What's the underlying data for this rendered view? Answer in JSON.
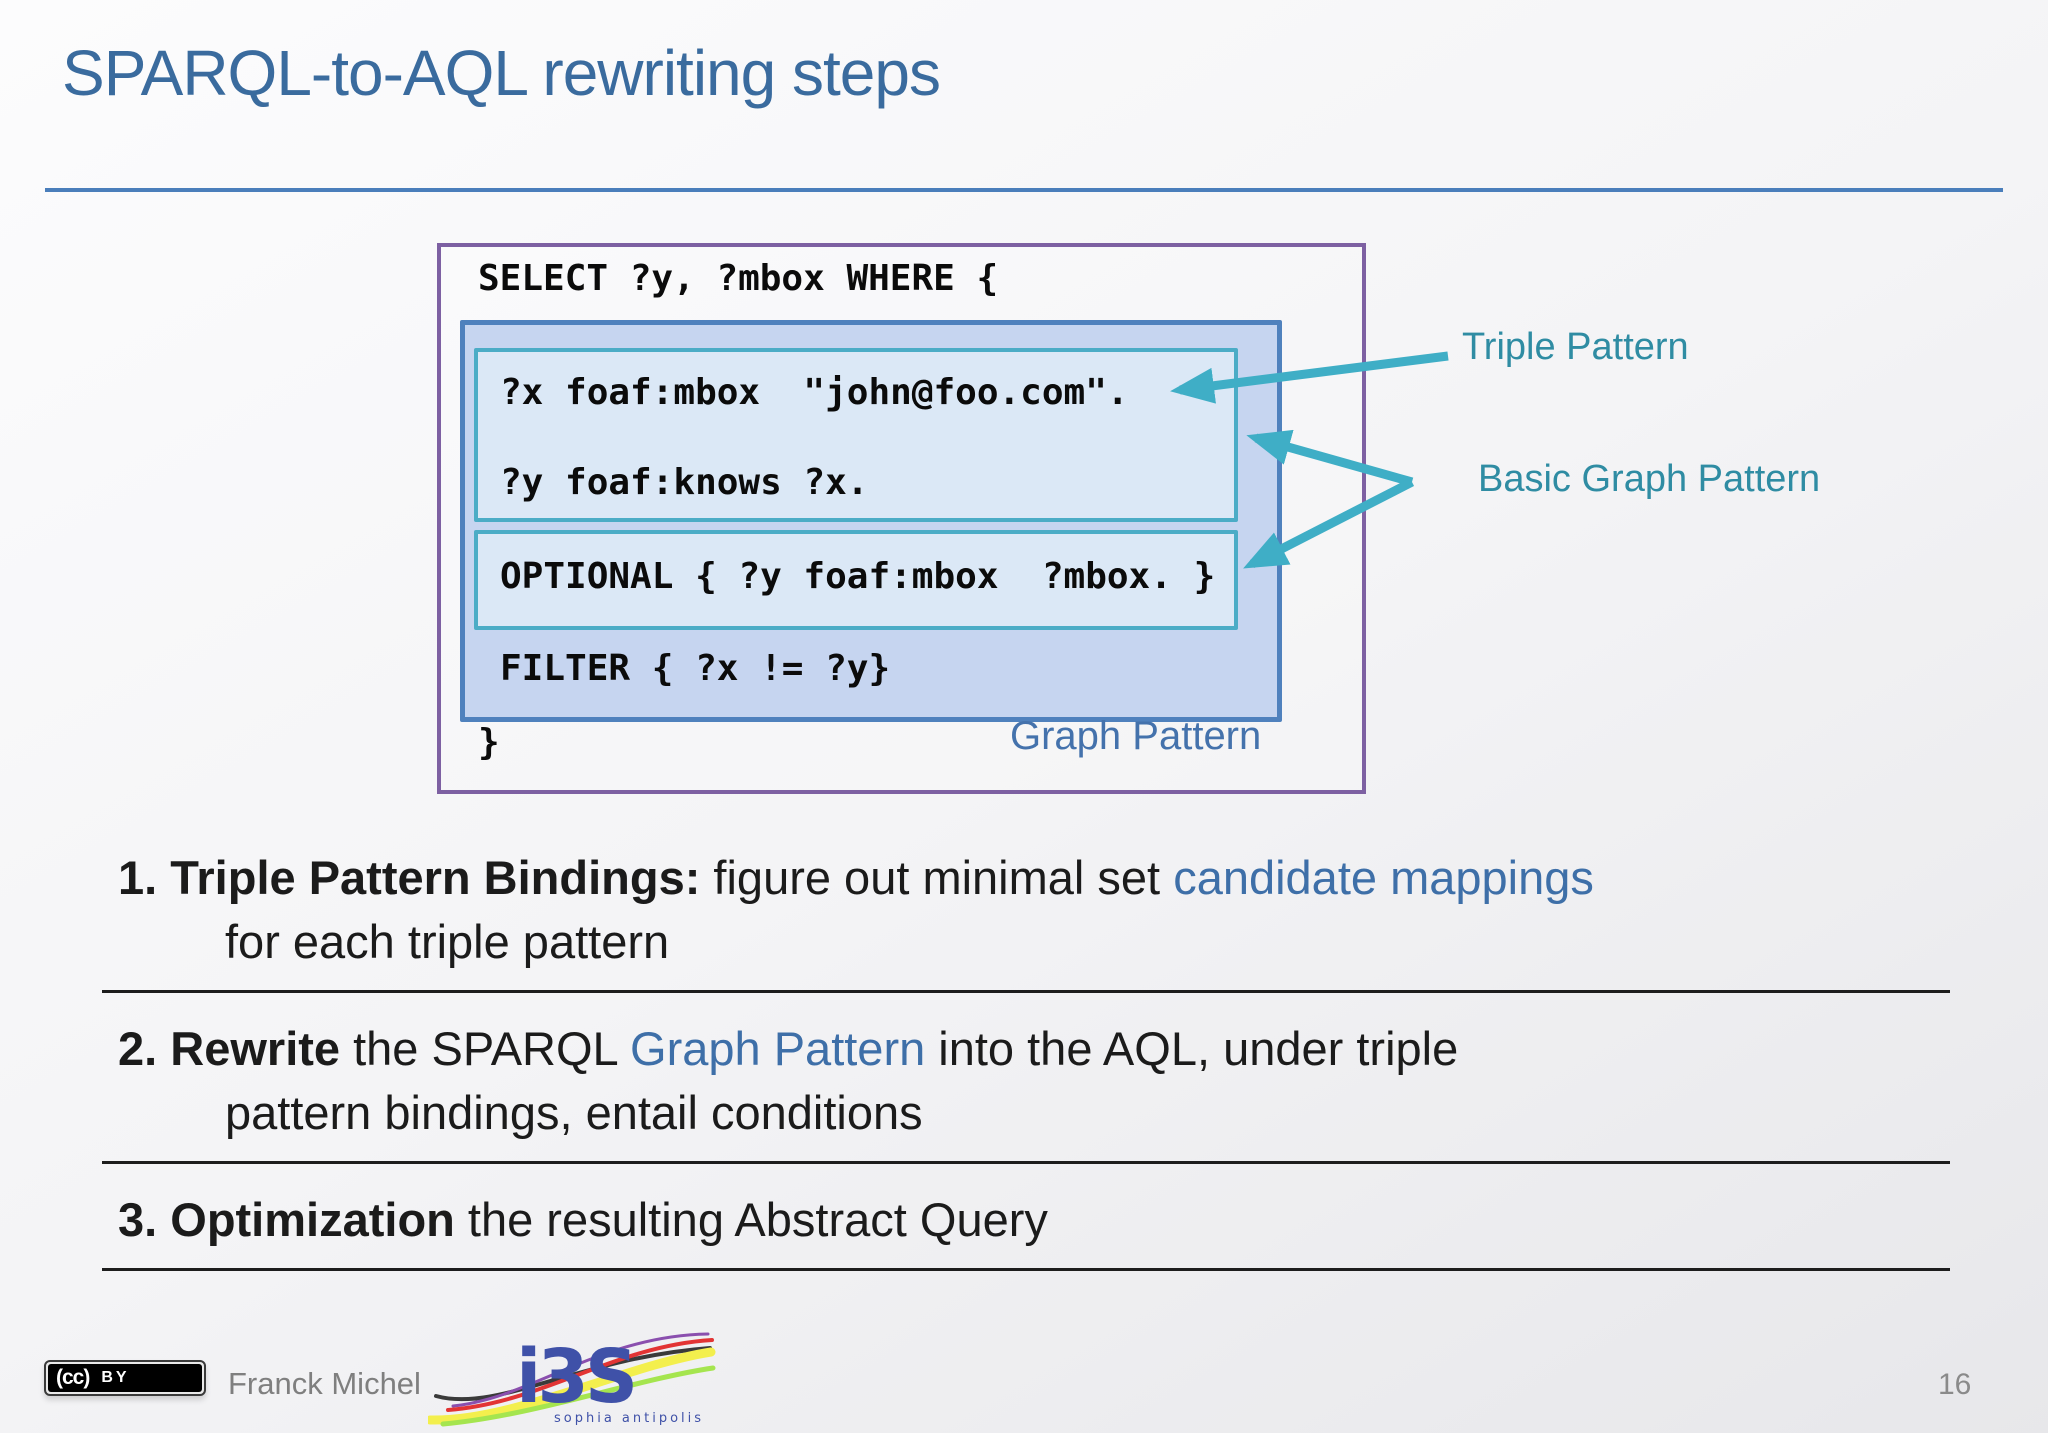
{
  "slide": {
    "title": "SPARQL-to-AQL rewriting steps"
  },
  "diagram": {
    "code": {
      "select_line": "SELECT ?y, ?mbox WHERE {",
      "triple1": "?x foaf:mbox  \"john@foo.com\".",
      "triple2": "?y foaf:knows ?x.",
      "optional_line": "OPTIONAL { ?y foaf:mbox  ?mbox. }",
      "filter_line": "FILTER { ?x != ?y}",
      "closing_brace": "}"
    },
    "labels": {
      "triple_pattern": "Triple Pattern",
      "basic_graph_pattern": "Basic Graph Pattern",
      "graph_pattern": "Graph Pattern"
    },
    "colors": {
      "title_blue": "#3a6b9e",
      "rule_blue": "#4a7ebb",
      "outer_border_purple": "#7d60a2",
      "graph_pattern_border": "#4f81bd",
      "graph_pattern_fill": "#c6d5f0",
      "bgp_border": "#4bacc6",
      "bgp_fill": "#dbe8f6",
      "teal_label": "#2f8ca3",
      "arrow_teal": "#3faec6",
      "highlight_blue": "#3e6fa8"
    }
  },
  "steps": [
    {
      "number": "1.",
      "bold": "Triple Pattern Bindings:",
      "pre": " figure out minimal set ",
      "highlight": "candidate mappings",
      "post": "",
      "line2": "for each triple pattern"
    },
    {
      "number": "2.",
      "bold": "Rewrite",
      "pre": " the SPARQL ",
      "highlight": "Graph Pattern",
      "post": " into the AQL, under triple",
      "line2": "pattern bindings, entail conditions"
    },
    {
      "number": "3.",
      "bold": "Optimization",
      "pre": " the resulting Abstract Query",
      "highlight": "",
      "post": "",
      "line2": ""
    }
  ],
  "footer": {
    "license_cc": "(cc)",
    "license_by": "BY",
    "author": "Franck Michel",
    "logo_text": "i3S",
    "logo_subtitle": "sophia antipolis",
    "page_number": "16"
  }
}
